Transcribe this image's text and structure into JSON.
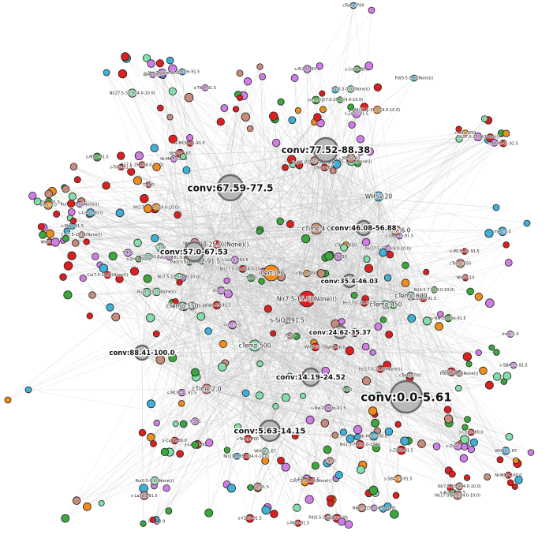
{
  "colors": {
    "red": "#dd1f1f",
    "green": "#3aa83a",
    "blue": "#3fb0d8",
    "purple": "#d07de6",
    "orange": "#f08c1c",
    "mint": "#84deaa",
    "brown": "#c98c7c",
    "gray": "#b9b9b9",
    "edge": "#b8b8b8"
  },
  "hubs": [
    {
      "label": "conv:0.0-5.61"
    },
    {
      "label": "conv:77.52-88.38"
    },
    {
      "label": "conv:67.59-77.5"
    },
    {
      "label": "conv:57.0-67.53"
    },
    {
      "label": "conv:46.08-56.88"
    },
    {
      "label": "conv:35.4-46.03"
    },
    {
      "label": "conv:24.62-35.37"
    },
    {
      "label": "conv:14.19-24.52"
    },
    {
      "label": "conv:5.63-14.15"
    },
    {
      "label": "conv:88.41-100.0"
    }
  ],
  "mid_nodes": [
    {
      "label": "Ni(7.5-15.0)(None)()",
      "color": "red"
    },
    {
      "label": "inert:0.0",
      "color": "orange"
    },
    {
      "label": "cTime:4.0",
      "color": "brown"
    },
    {
      "label": "cTime:6.0",
      "color": "brown"
    },
    {
      "label": "cTime:2.0",
      "color": "brown"
    },
    {
      "label": "cTemp:500",
      "color": "mint"
    },
    {
      "label": "cTemp:550",
      "color": "mint"
    },
    {
      "label": "cTemp:600",
      "color": "mint"
    },
    {
      "label": "cTemp:450",
      "color": "mint"
    },
    {
      "label": "WHSV:20",
      "color": "blue"
    },
    {
      "label": "s-SiO2-91.5",
      "color": "green"
    },
    {
      "label": "Ni(17.0-25.0)(None)()",
      "color": "red"
    },
    {
      "label": "s-CeO2-91.5",
      "color": "green"
    }
  ],
  "small_labels": [
    "Ni(7.5-15.0)(4.0-10.0)",
    "s-Al2O3-91.5",
    "Ni(17.0-25.0)(4.0-10.0)",
    "s-CeO2-80.0",
    "s-ZrO2-91.5",
    "s-MgO-91.5",
    "Co(7.5-15.0)(None)()",
    "Ru(0.5-5.0)(None)()",
    "s-TiO2-91.5",
    "WHSV:10",
    "inert:1.0",
    "cTemp:650",
    "s-MCM-41-91.5",
    "Fe(17.0-25.0)(None)()",
    "Ni(27.5-35.0)(4.0-10.0)",
    "s-Nw-Zeolite-91.5",
    "WHSV:6.0",
    "inert:2.0",
    "s-La2O3-91.5",
    "cTemp:700",
    "Pd(0.5-5.0)(None)()",
    "s-SBA-15-91.5",
    "Ni(2.5-7.5)(4.0-10.0)",
    "WHSV:3.75",
    "T:350",
    "T:400",
    "T:450",
    "s-Y2O3-91.5",
    "WHSV:1.67",
    "Ni-MOF-100.0"
  ]
}
